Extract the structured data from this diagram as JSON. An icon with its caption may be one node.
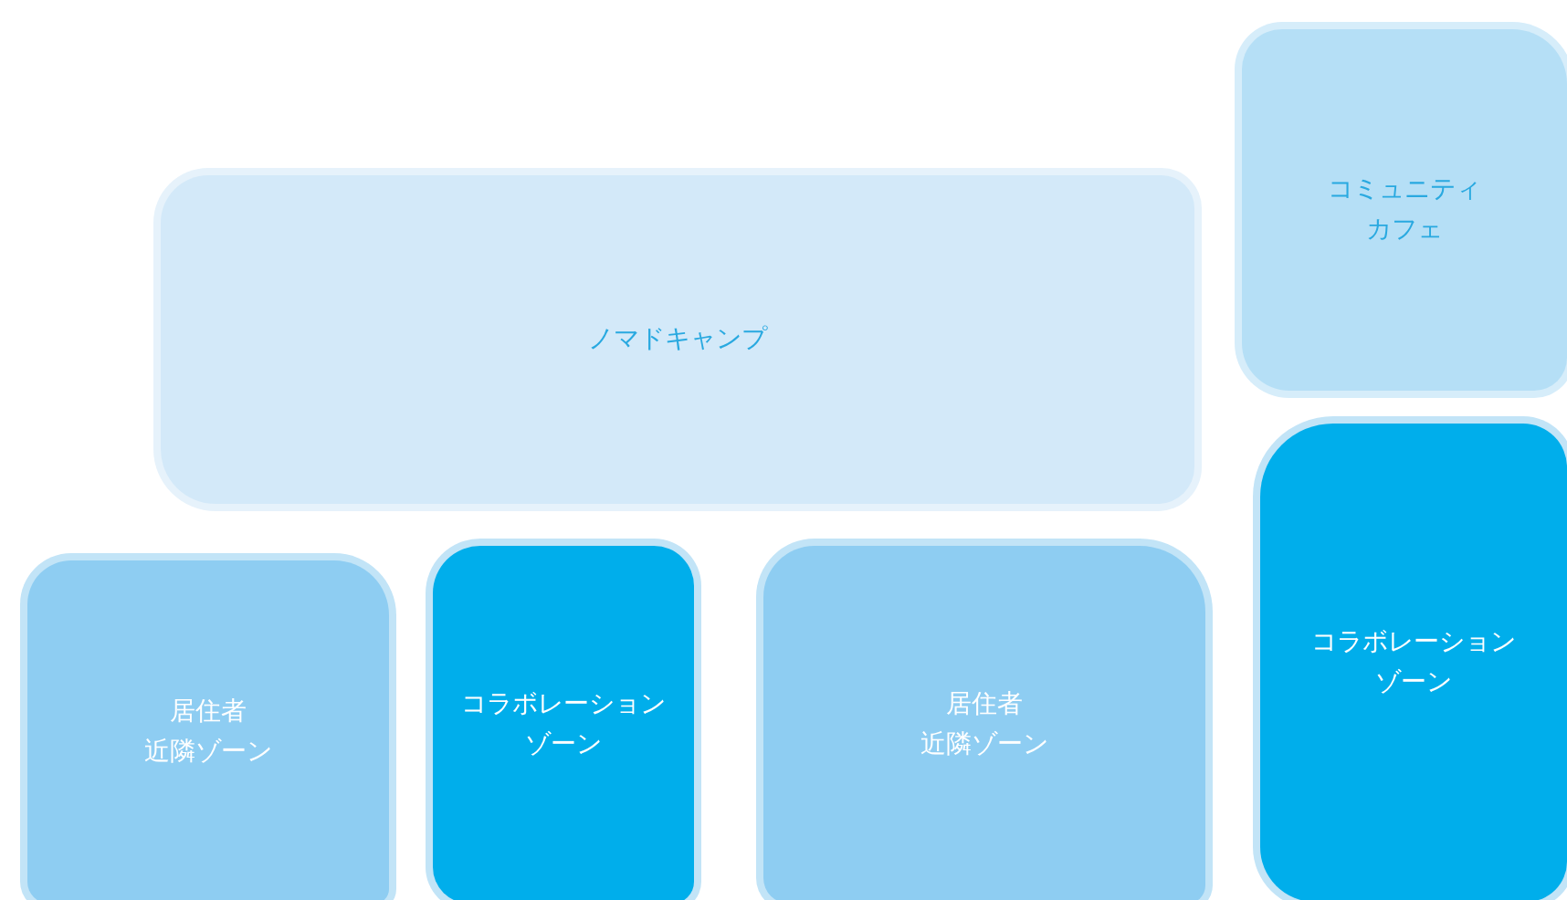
{
  "diagram": {
    "nodes": [
      {
        "text": [
          "コミュニティカフェ"
        ]
      },
      {
        "text": [
          "ノマドキャンプ"
        ]
      },
      {
        "text": [
          "居住者近隣ゾーン"
        ]
      },
      {
        "text": [
          "コラボレーションゾーン"
        ]
      },
      {
        "text": [
          "居住者近隣ゾーン"
        ]
      },
      {
        "text": [
          "コラボレーションゾーン"
        ]
      }
    ]
  }
}
